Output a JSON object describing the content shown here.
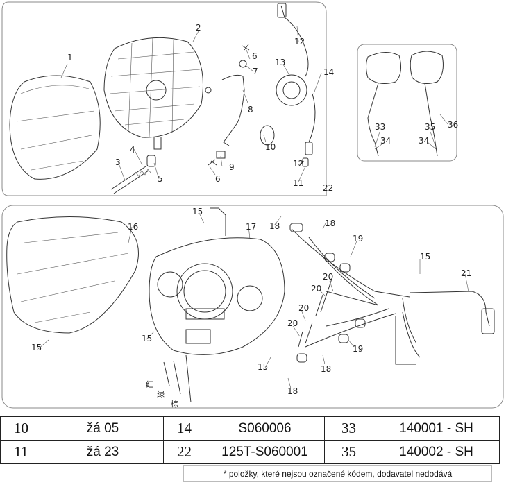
{
  "callouts": {
    "c1": "1",
    "c2": "2",
    "c3": "3",
    "c4": "4",
    "c5": "5",
    "c6a": "6",
    "c6b": "6",
    "c7": "7",
    "c8": "8",
    "c9": "9",
    "c10": "10",
    "c11": "11",
    "c12a": "12",
    "c12b": "12",
    "c13": "13",
    "c14": "14",
    "c15a": "15",
    "c15b": "15",
    "c15c": "15",
    "c15d": "15",
    "c15e": "15",
    "c16": "16",
    "c17": "17",
    "c18a": "18",
    "c18b": "18",
    "c18c": "18",
    "c18d": "18",
    "c19a": "19",
    "c19b": "19",
    "c20a": "20",
    "c20b": "20",
    "c20c": "20",
    "c20d": "20",
    "c21": "21",
    "c22": "22",
    "c33": "33",
    "c34a": "34",
    "c34b": "34",
    "c35": "35",
    "c36": "36"
  },
  "wire_labels": {
    "red": "红",
    "green": "绿",
    "brown": "棕"
  },
  "parts_table": [
    {
      "n1": "10",
      "c1": "žá 05",
      "n2": "14",
      "c2": "S060006",
      "n3": "33",
      "c3": "140001 - SH"
    },
    {
      "n1": "11",
      "c1": "žá 23",
      "n2": "22",
      "c2": "125T-S060001",
      "n3": "35",
      "c3": "140002 - SH"
    }
  ],
  "footnote": "* položky, které nejsou označené kódem, dodavatel nedodává"
}
